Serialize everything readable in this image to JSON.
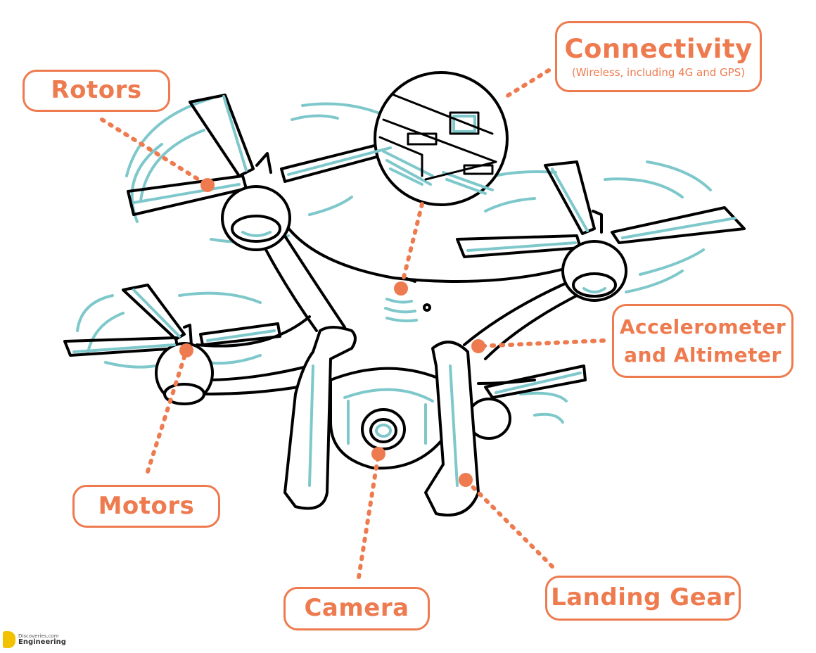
{
  "accent_color": "#ee7b4f",
  "teal_color": "#7ec8cb",
  "labels": {
    "connectivity": {
      "title": "Connectivity",
      "subtitle": "(Wireless, including 4G and GPS)"
    },
    "rotors": "Rotors",
    "accelerometer_line1": "Accelerometer",
    "accelerometer_line2": "and Altimeter",
    "motors": "Motors",
    "camera": "Camera",
    "landing_gear": "Landing Gear"
  },
  "watermark": {
    "top": "Discoveries.com",
    "bottom": "Engineering"
  }
}
